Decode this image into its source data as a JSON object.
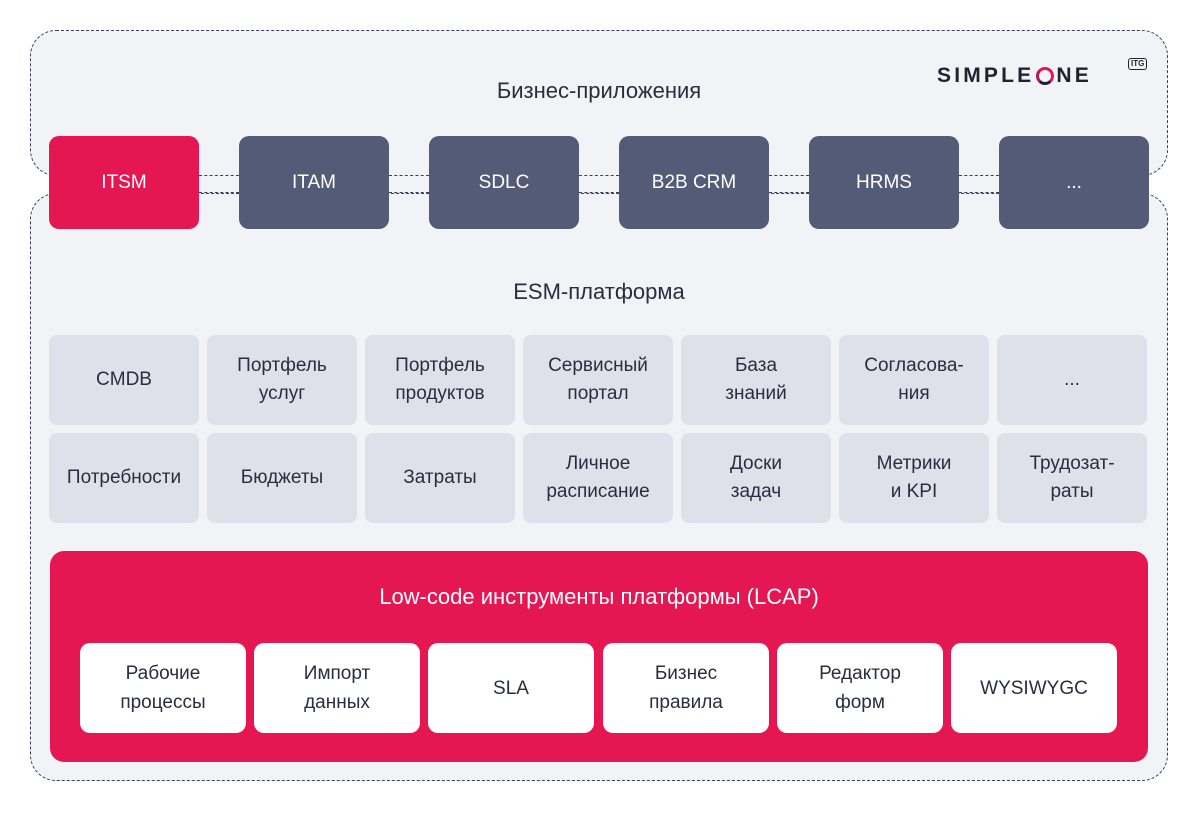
{
  "business_apps": {
    "title": "Бизнес-приложения",
    "items": [
      "ITSM",
      "ITAM",
      "SDLC",
      "B2B CRM",
      "HRMS",
      "..."
    ]
  },
  "esm_platform": {
    "title": "ESM-платформа",
    "row1": [
      "CMDB",
      "Портфель\nуслуг",
      "Портфель\nпродуктов",
      "Сервисный\nпортал",
      "База\nзнаний",
      "Согласова-\nния",
      "..."
    ],
    "row2": [
      "Потребности",
      "Бюджеты",
      "Затраты",
      "Личное\nрасписание",
      "Доски\nзадач",
      "Метрики\nи KPI",
      "Трудозат-\nраты"
    ]
  },
  "lcap": {
    "title": "Low-code инструменты платформы (LCAP)",
    "items": [
      "Рабочие\nпроцессы",
      "Импорт\nданных",
      "SLA",
      "Бизнес\nправила",
      "Редактор\nформ",
      "WYSIWYGC"
    ]
  },
  "logo": {
    "text_before": "SIMPLE",
    "text_after": "NE",
    "badge": "ITG"
  },
  "colors": {
    "accent": "#e51752",
    "app_tile": "#545b76",
    "module_tile": "#dfe1ea",
    "panel_bg": "#f2f3f7"
  }
}
